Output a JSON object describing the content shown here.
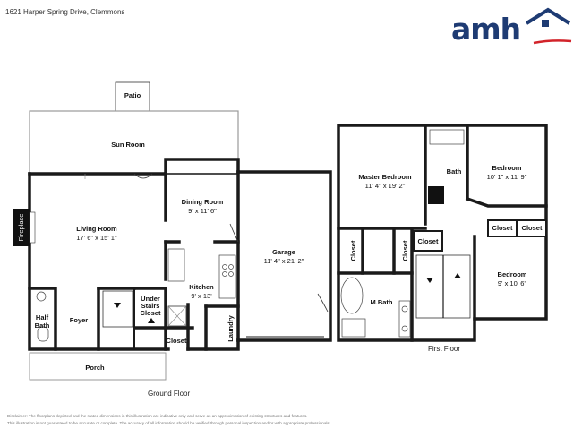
{
  "header": {
    "address": "1621 Harper Spring Drive, Clemmons",
    "logo_text": "amh"
  },
  "ground_floor": {
    "label": "Ground Floor",
    "rooms": {
      "patio": {
        "name": "Patio"
      },
      "sun_room": {
        "name": "Sun Room"
      },
      "dining_room": {
        "name": "Dining Room",
        "dims": "9' x 11' 6\""
      },
      "living_room": {
        "name": "Living Room",
        "dims": "17' 6\" x 15' 1\""
      },
      "garage": {
        "name": "Garage",
        "dims": "11' 4\" x 21' 2\""
      },
      "kitchen": {
        "name": "Kitchen",
        "dims": "9' x 13'"
      },
      "under_stairs": {
        "line1": "Under",
        "line2": "Stairs",
        "line3": "Closet"
      },
      "half_bath": {
        "line1": "Half",
        "line2": "Bath"
      },
      "foyer": {
        "name": "Foyer"
      },
      "closet": {
        "name": "Closet"
      },
      "laundry": {
        "name": "Laundry"
      },
      "porch": {
        "name": "Porch"
      },
      "fireplace": {
        "name": "Fireplace"
      }
    }
  },
  "first_floor": {
    "label": "First Floor",
    "rooms": {
      "master_bedroom": {
        "name": "Master Bedroom",
        "dims": "11' 4\" x 19' 2\""
      },
      "bath": {
        "name": "Bath"
      },
      "bedroom1": {
        "name": "Bedroom",
        "dims": "10' 1\" x 11' 9\""
      },
      "closet_a": {
        "name": "Closet"
      },
      "closet_b": {
        "name": "Closet"
      },
      "closet_c": {
        "name": "Closet"
      },
      "closet_d": {
        "name": "Closet"
      },
      "closet_e": {
        "name": "Closet"
      },
      "bedroom2": {
        "name": "Bedroom",
        "dims": "9' x 10' 6\""
      },
      "master_bath": {
        "name": "M.Bath"
      }
    }
  },
  "footer": {
    "line1": "Disclaimer: The floorplans depicted and the stated dimensions in this illustration are indicative only and serve as an approximation of existing structures and features.",
    "line2": "This illustration is not guaranteed to be accurate or complete. The accuracy of all information should be verified through personal inspection and/or with appropriate professionals."
  },
  "colors": {
    "logo_blue": "#1e3b73",
    "logo_red": "#d2232a",
    "walls": "#1a1a1a"
  }
}
